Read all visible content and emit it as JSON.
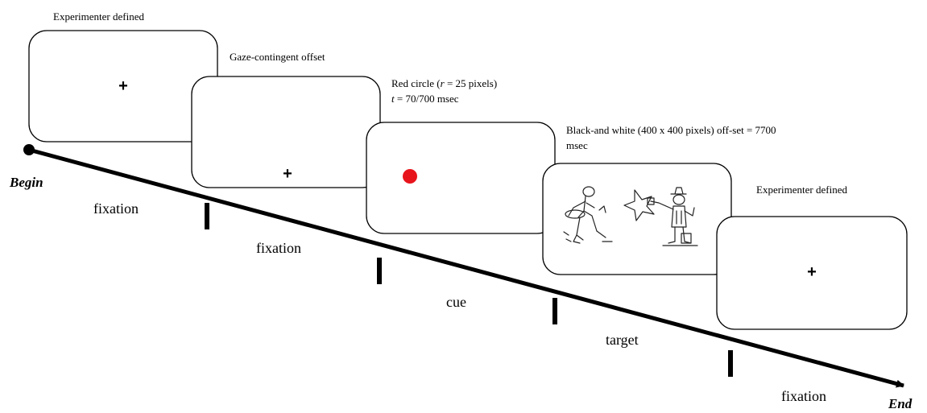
{
  "timeline": {
    "begin_label": "Begin",
    "end_label": "End"
  },
  "screens": {
    "s1": {
      "caption": "Experimenter defined",
      "symbol": "+"
    },
    "s2": {
      "caption": "Gaze-contingent offset",
      "symbol": "+"
    },
    "s3": {
      "caption_l1_a": "Red circle (",
      "caption_l1_var": "r",
      "caption_l1_b": " = 25 pixels)",
      "caption_l2_var": "t",
      "caption_l2_b": " = 70/700 msec",
      "dot_color": "#e8141c"
    },
    "s4": {
      "caption_l1": "Black-and white (400 x 400 pixels) off-set = 7700",
      "caption_l2": "msec",
      "image_icon": "cartoon-sketch"
    },
    "s5": {
      "caption": "Experimenter defined",
      "symbol": "+"
    }
  },
  "phases": {
    "p1": "fixation",
    "p2": "fixation",
    "p3": "cue",
    "p4": "target",
    "p5": "fixation"
  }
}
